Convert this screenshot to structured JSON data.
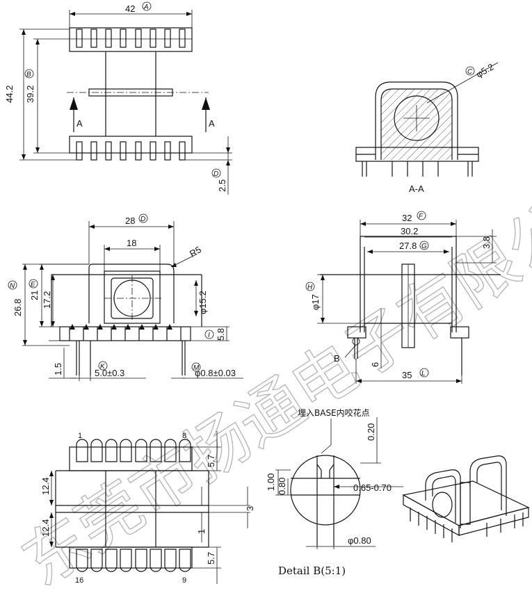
{
  "dims": {
    "top_width": "42",
    "top_width_tag": "A",
    "overall_height": "44.2",
    "body_height": "39.2",
    "body_height_tag": "B",
    "pin_len": "2.5",
    "pin_len_tag": "D",
    "section_mark": "A",
    "hole_dia": "φ5.2",
    "hole_dia_tag": "C",
    "section_label": "A-A",
    "front_width": "28",
    "front_width_tag": "D",
    "window_width": "18",
    "corner_radius": "R5",
    "front_height": "26.8",
    "front_height_tag": "N",
    "flange_height": "21",
    "flange_height_tag": "E",
    "inner_height": "17.2",
    "core_dia": "φ15.2",
    "base_height": "5.8",
    "base_height_tag": "I",
    "standoff": "1.5",
    "pitch": "5.0±0.3",
    "pitch_tag": "K",
    "pin_dia": "φ0.8±0.03",
    "pin_dia_tag": "M",
    "side_width": "32",
    "side_width_tag": "F",
    "side_inner": "30.2",
    "side_core": "27.8",
    "side_core_tag": "G",
    "flange_thk": "3.8",
    "side_height": "φ17",
    "side_height_tag": "H",
    "pin_offset": "6",
    "pin_span": "35",
    "pin_span_tag": "L",
    "detail_mark": "B",
    "bot_pin_row": "5.7",
    "bot_width": "12.4",
    "bot_gap": "3",
    "bot_gap2": "1",
    "pin1": "1",
    "pin8": "8",
    "pin16": "16",
    "pin9": "9",
    "detail_note": "埋入BASE内咬花点",
    "detail_d1": "0.20",
    "detail_d2": "1.00",
    "detail_d3": "0.80",
    "detail_d4": "0.65-0.70",
    "detail_d5": "φ0.80",
    "detail_caption": "Detail  B(5:1)",
    "watermark": "东莞市扬通电子有限公司"
  }
}
